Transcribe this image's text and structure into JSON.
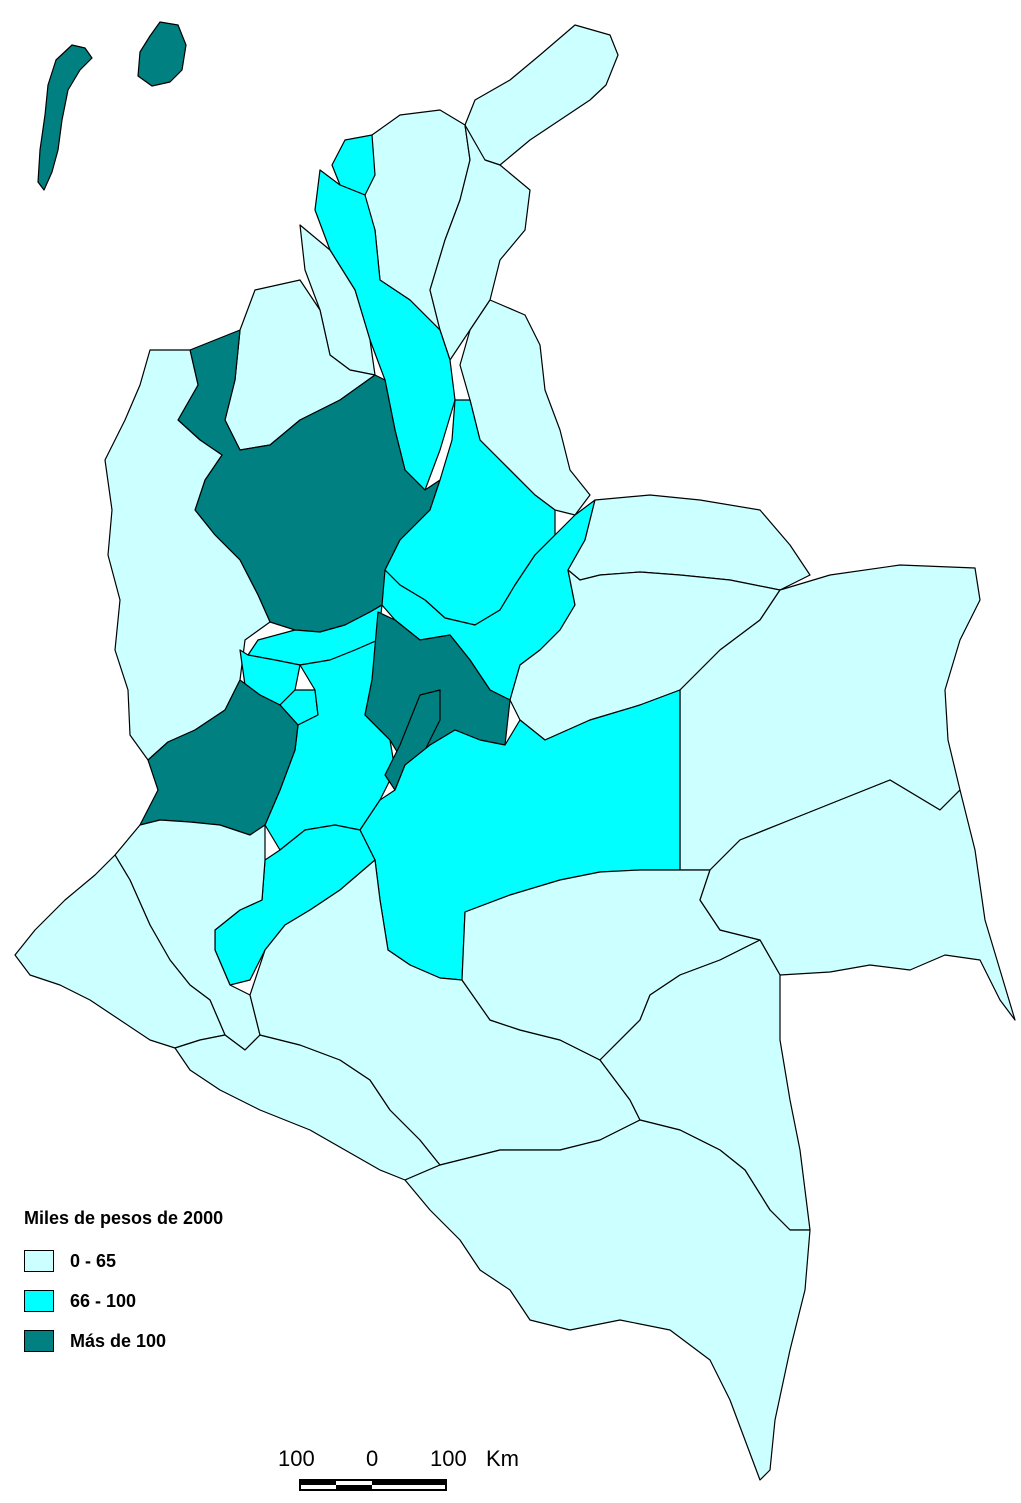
{
  "legend": {
    "title": "Miles de pesos de 2000",
    "classes": [
      {
        "label": "0 - 65",
        "color": "#ccffff"
      },
      {
        "label": "66 - 100",
        "color": "#00ffff"
      },
      {
        "label": "Más de 100",
        "color": "#008080"
      }
    ]
  },
  "scale": {
    "left_label": "100",
    "mid_label": "0",
    "right_label": "100",
    "unit": "Km"
  }
}
